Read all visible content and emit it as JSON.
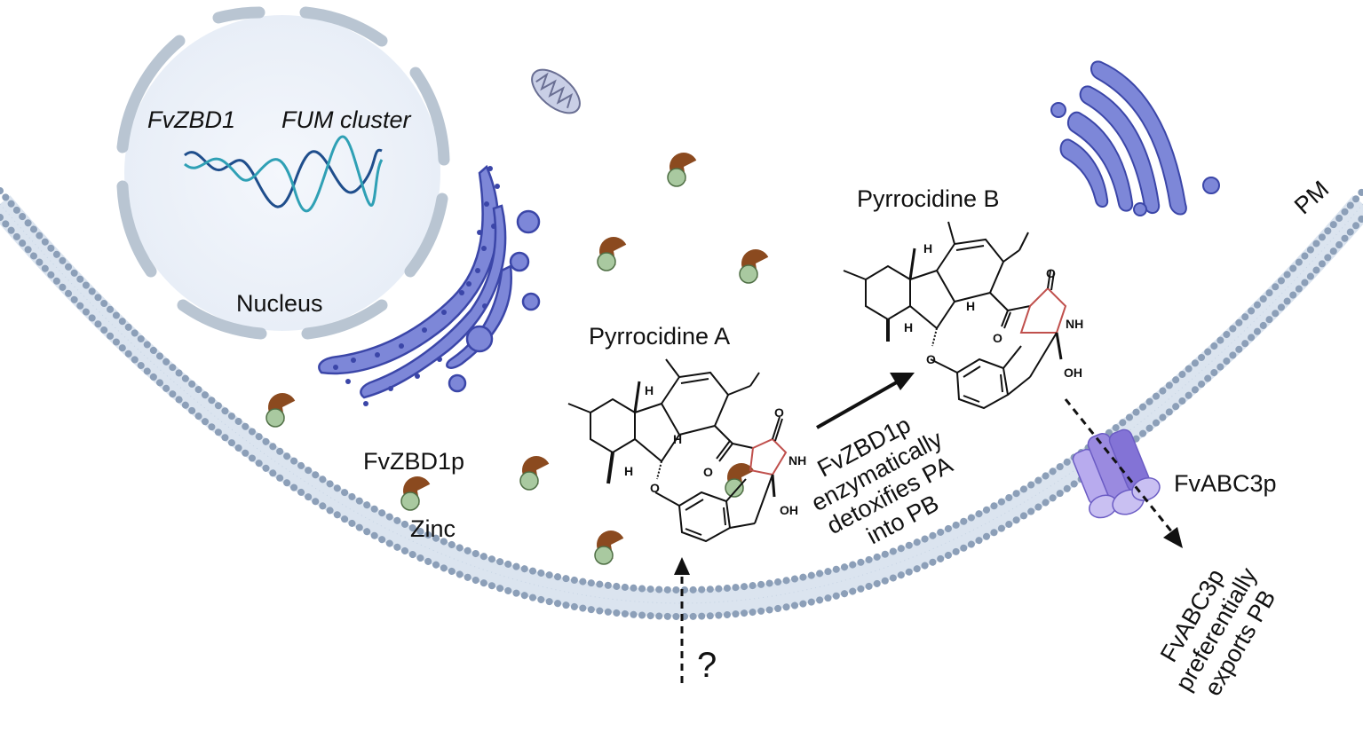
{
  "nucleus": {
    "gene1": "FvZBD1",
    "gene2": "FUM cluster",
    "label": "Nucleus"
  },
  "membrane": {
    "label": "PM"
  },
  "enzyme": {
    "protein_label": "FvZBD1p",
    "cofactor_label": "Zinc"
  },
  "compound_a": {
    "name": "Pyrrocidine A",
    "atoms": {
      "h": "H",
      "o": "O",
      "nh": "NH",
      "oh": "OH"
    }
  },
  "compound_b": {
    "name": "Pyrrocidine B",
    "atoms": {
      "h": "H",
      "o": "O",
      "nh": "NH",
      "oh": "OH"
    }
  },
  "reaction": {
    "line1": "FvZBD1p",
    "line2": "enzymatically",
    "line3": "detoxifies PA",
    "line4": "into PB"
  },
  "transporter": {
    "label": "FvABC3p",
    "export_line1": "FvABC3p",
    "export_line2": "preferentially",
    "export_line3": "exports PB"
  },
  "import": {
    "label": "?"
  },
  "colors": {
    "membrane": "#8c9fb8",
    "membrane_tail": "#c5d3e3",
    "nucleus_fill": "#eef3fa",
    "nucleus_envelope": "#b9c5d2",
    "er_golgi": "#7d87d8",
    "er_outline": "#3b46a8",
    "enzyme": "#8b4a1f",
    "zinc": "#a9c9a0",
    "ring_highlight": "#c0504d",
    "transporter": "#9a8ae0"
  }
}
